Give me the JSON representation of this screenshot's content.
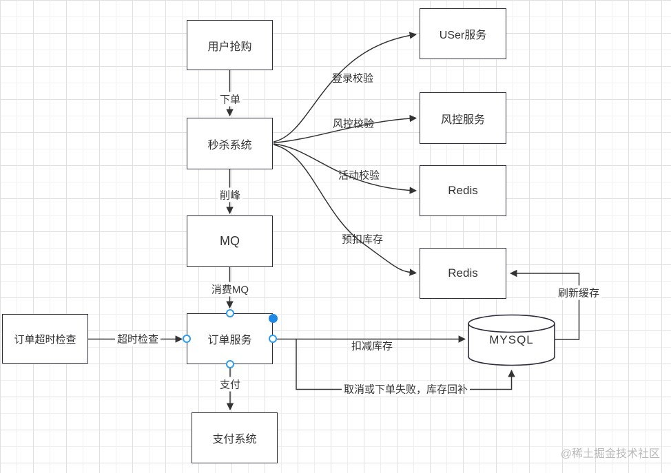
{
  "diagram": {
    "watermark": "@稀土掘金技术社区",
    "colors": {
      "node_border": "#2d2d3d",
      "connector": "#333333",
      "selection_handle": "#2d9bf0",
      "selection_dot": "#1e88e5",
      "grid_major": "#e0e0e0",
      "grid_minor": "#efefef",
      "watermark": "#b9b9b9"
    },
    "nodes": [
      {
        "id": "user-purchase",
        "label": "用户抢购",
        "shape": "rect"
      },
      {
        "id": "seckill-system",
        "label": "秒杀系统",
        "shape": "rect"
      },
      {
        "id": "mq",
        "label": "MQ",
        "shape": "rect"
      },
      {
        "id": "order-service",
        "label": "订单服务",
        "shape": "rect",
        "selected": true
      },
      {
        "id": "payment-system",
        "label": "支付系统",
        "shape": "rect"
      },
      {
        "id": "order-timeout-check",
        "label": "订单超时检查",
        "shape": "rect"
      },
      {
        "id": "user-service",
        "label": "USer服务",
        "shape": "rect"
      },
      {
        "id": "risk-service",
        "label": "风控服务",
        "shape": "rect"
      },
      {
        "id": "redis-cache-1",
        "label": "Redis",
        "shape": "rect"
      },
      {
        "id": "redis-cache-2",
        "label": "Redis",
        "shape": "rect"
      },
      {
        "id": "mysql-db",
        "label": "MYSQL",
        "shape": "cylinder"
      }
    ],
    "edge_labels": [
      {
        "id": "place-order",
        "text": "下单"
      },
      {
        "id": "peak-shaving",
        "text": "削峰"
      },
      {
        "id": "consume-mq",
        "text": "消费MQ"
      },
      {
        "id": "pay",
        "text": "支付"
      },
      {
        "id": "timeout-check",
        "text": "超时检查"
      },
      {
        "id": "login-verify",
        "text": "登录校验"
      },
      {
        "id": "risk-verify",
        "text": "风控校验"
      },
      {
        "id": "activity-verify",
        "text": "活动校验"
      },
      {
        "id": "pre-deduct-stock",
        "text": "预扣库存"
      },
      {
        "id": "deduct-stock",
        "text": "扣减库存"
      },
      {
        "id": "refresh-cache",
        "text": "刷新缓存"
      },
      {
        "id": "cancel-refill",
        "text": "取消或下单失败，库存回补"
      }
    ]
  }
}
